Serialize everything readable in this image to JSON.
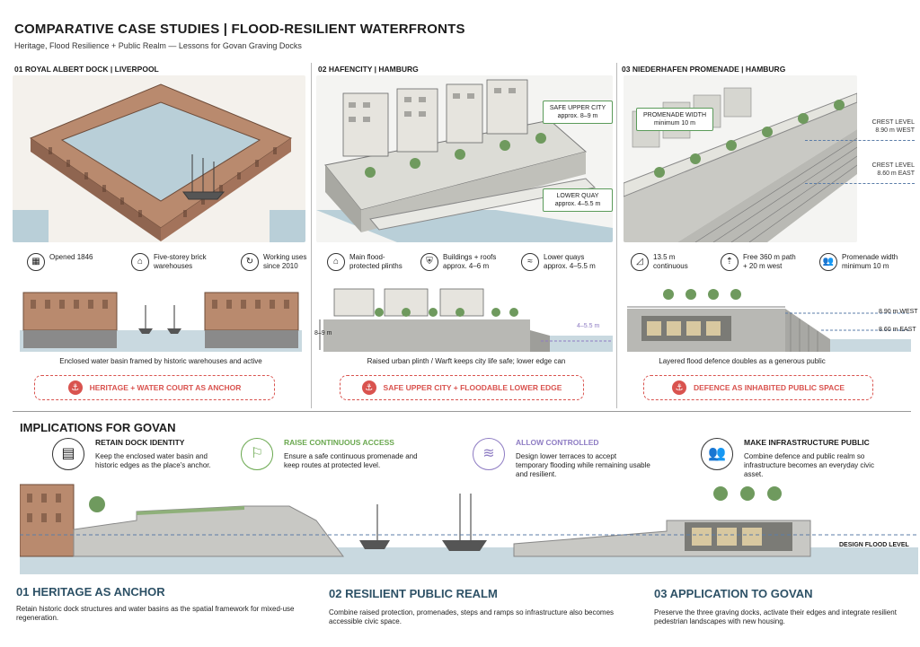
{
  "title": "COMPARATIVE CASE STUDIES | FLOOD-RESILIENT WATERFRONTS",
  "subtitle": "Heritage, Flood Resilience + Public Realm — Lessons for Govan Graving Docks",
  "cases": [
    {
      "heading": "01  ROYAL ALBERT DOCK | LIVERPOOL",
      "stats": [
        {
          "icon": "calendar-icon",
          "text": "Opened 1846"
        },
        {
          "icon": "warehouse-icon",
          "text": "Five-storey brick warehouses"
        },
        {
          "icon": "cycle-icon",
          "text": "Working uses since 2010"
        }
      ],
      "caption": "Enclosed water basin framed by historic warehouses and active",
      "badge": "HERITAGE + WATER COURT AS ANCHOR"
    },
    {
      "heading": "02  HAFENCITY | HAMBURG",
      "labels": {
        "upper": "SAFE UPPER CITY approx. 8–9 m",
        "lower": "LOWER QUAY approx. 4–5.5 m"
      },
      "section_labels": {
        "left": "8–9 m",
        "right": "4–5.5 m"
      },
      "stats": [
        {
          "icon": "house-icon",
          "text": "Main flood-protected plinths"
        },
        {
          "icon": "shield-icon",
          "text": "Buildings + roofs approx. 4–6 m"
        },
        {
          "icon": "wave-icon",
          "text": "Lower quays approx. 4–5.5 m"
        }
      ],
      "caption": "Raised urban plinth / Warft keeps city life safe; lower edge can",
      "badge": "SAFE UPPER CITY + FLOODABLE LOWER EDGE"
    },
    {
      "heading": "03  NIEDERHAFEN PROMENADE | HAMBURG",
      "labels": {
        "width": "PROMENADE WIDTH minimum 10 m",
        "crest_west": "CREST LEVEL 8.90 m WEST",
        "crest_east": "CREST LEVEL 8.60 m EAST"
      },
      "section_labels": {
        "west": "8.90 m WEST",
        "east": "8.60 m EAST"
      },
      "stats": [
        {
          "icon": "ramp-icon",
          "text": "13.5 m continuous"
        },
        {
          "icon": "arrow-wave-icon",
          "text": "Free 360 m path + 20 m west"
        },
        {
          "icon": "people-icon",
          "text": "Promenade width minimum 10 m"
        }
      ],
      "caption": "Layered flood defence doubles as a generous public",
      "badge": "DEFENCE AS INHABITED PUBLIC SPACE"
    }
  ],
  "implications": {
    "title": "IMPLICATIONS FOR GOVAN",
    "items": [
      {
        "icon": "brick-icon",
        "heading": "RETAIN DOCK IDENTITY",
        "text": "Keep the enclosed water basin and historic edges as the place's anchor.",
        "color": "#1c1c1c"
      },
      {
        "icon": "access-icon",
        "heading": "RAISE CONTINUOUS ACCESS",
        "text": "Ensure a safe continuous promenade and keep routes at protected level.",
        "color": "#6aa84f"
      },
      {
        "icon": "wave-icon",
        "heading": "ALLOW CONTROLLED",
        "text": "Design lower terraces to accept temporary flooding while remaining usable and resilient.",
        "color": "#8e7cc3"
      },
      {
        "icon": "people-icon",
        "heading": "MAKE INFRASTRUCTURE PUBLIC",
        "text": "Combine defence and public realm so infrastructure becomes an everyday civic asset.",
        "color": "#1c1c1c"
      }
    ],
    "flood_label": "DESIGN FLOOD LEVEL"
  },
  "bottom": [
    {
      "heading": "01  HERITAGE AS ANCHOR",
      "text": "Retain historic dock structures and water basins as the spatial framework for mixed-use regeneration."
    },
    {
      "heading": "02  RESILIENT PUBLIC REALM",
      "text": "Combine raised protection, promenades, steps and ramps so infrastructure also becomes accessible civic space."
    },
    {
      "heading": "03  APPLICATION TO GOVAN",
      "text": "Preserve the three graving docks, activate their edges and integrate resilient pedestrian landscapes with new housing."
    }
  ],
  "colors": {
    "accent_red": "#d9534f",
    "water": "#b9cfd8",
    "brick": "#b98a6e",
    "heading_blue": "#2d5166"
  }
}
